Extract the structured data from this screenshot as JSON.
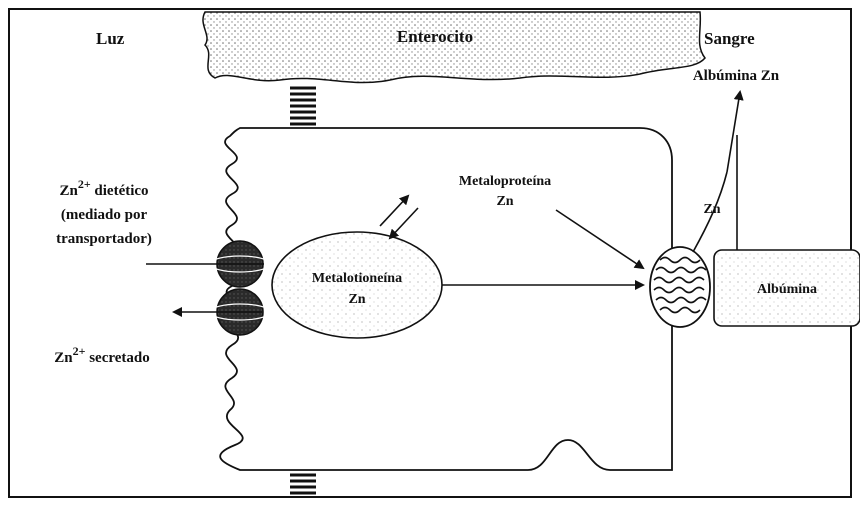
{
  "regions": {
    "lumen": "Luz",
    "enterocyte": "Enterocito",
    "blood": "Sangre"
  },
  "labels": {
    "dietary_zn_1": "Zn",
    "dietary_zn_sup": "2+",
    "dietary_zn_2": " dietético",
    "dietary_zn_3": "(mediado por",
    "dietary_zn_4": "transportador)",
    "secreted_zn_1": "Zn",
    "secreted_zn_sup": "2+",
    "secreted_zn_2": " secretado",
    "metallothionein_1": "Metalotioneína",
    "metallothionein_2": "Zn",
    "metalloprotein_1": "Metaloproteína",
    "metalloprotein_2": "Zn",
    "zn_transfer": "Zn",
    "albumin": "Albúmina",
    "albumin_zn": "Albúmina Zn"
  },
  "colors": {
    "ink": "#111111",
    "stipple": "#9a9a9a",
    "transporter": "#2a2a2a"
  }
}
